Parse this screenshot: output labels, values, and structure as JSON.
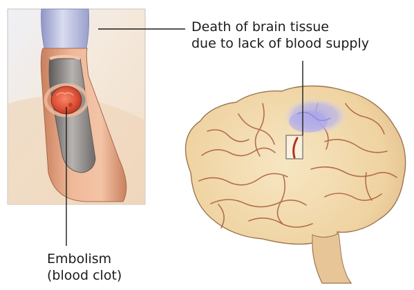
{
  "labels": {
    "death_line1": "Death of brain tissue",
    "death_line2": "due to lack of blood supply",
    "embolism_line1": "Embolism",
    "embolism_line2": "(blood clot)"
  },
  "colors": {
    "background": "#ffffff",
    "inset_background": "#f3e6d6",
    "vessel_tissue": "#e9b48c",
    "vessel_lumen": "#8e8a8a",
    "blood_clot": "#d94a2e",
    "brain_tissue": "#f0d9aa",
    "brain_vessels": "#a85a3c",
    "ischemic_area": "#b9b6ea",
    "leader_line": "#1a1a1a"
  }
}
